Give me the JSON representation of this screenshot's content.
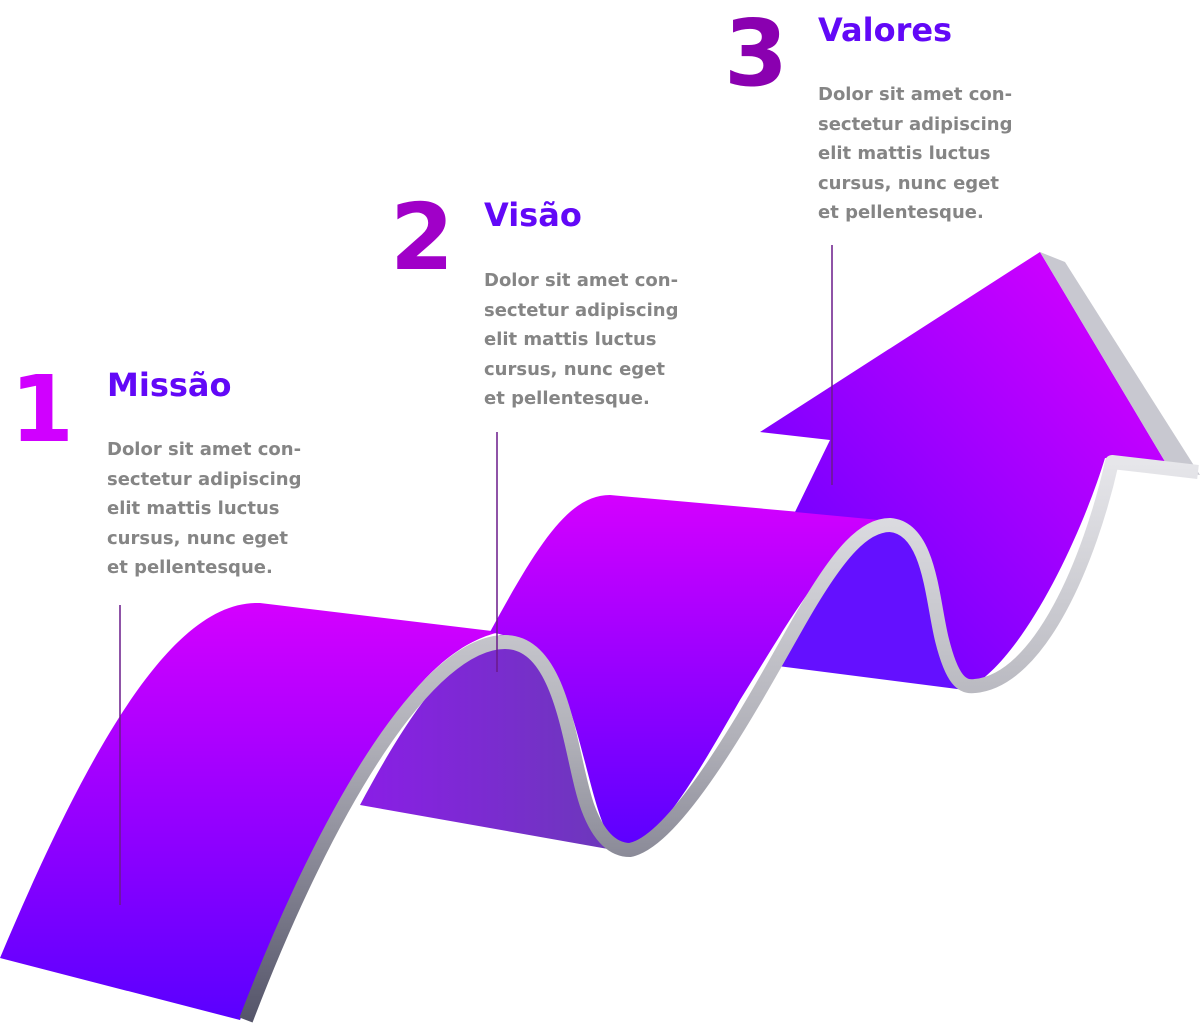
{
  "steps": [
    {
      "number": "1",
      "title": "Missão",
      "text": "Dolor sit amet con-\nsectetur adipiscing\nelit mattis luctus\ncursus, nunc eget\net pellentesque.",
      "number_color": "#d000ff"
    },
    {
      "number": "2",
      "title": "Visão",
      "text": "Dolor sit amet con-\nsectetur adipiscing\nelit mattis luctus\ncursus, nunc eget\net pellentesque.",
      "number_color": "#a000c8"
    },
    {
      "number": "3",
      "title": "Valores",
      "text": "Dolor sit amet con-\nsectetur adipiscing\nelit mattis luctus\ncursus, nunc eget\net pellentesque.",
      "number_color": "#8a00b0"
    }
  ],
  "colors": {
    "title": "#6208f7",
    "body": "#858585",
    "ribbon_top": "#d400ff",
    "ribbon_bottom": "#5a00ff"
  }
}
